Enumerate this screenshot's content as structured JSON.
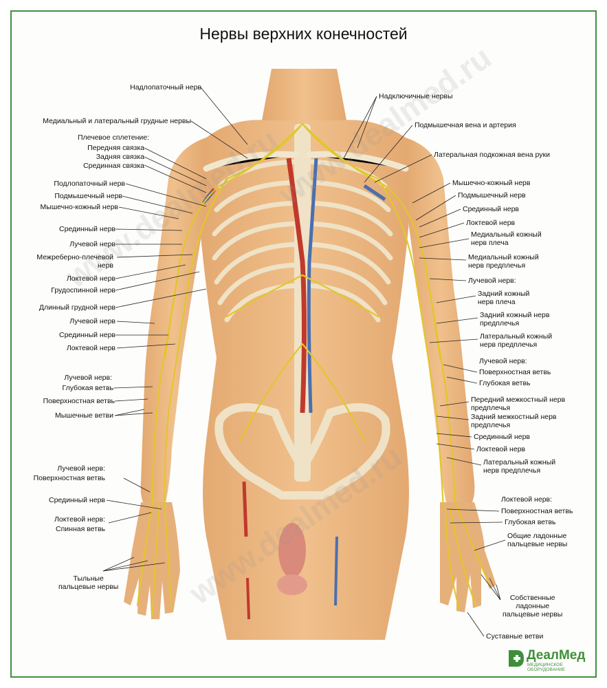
{
  "title": "Нервы верхних конечностей",
  "labels_left": [
    "Надлопаточный нерв",
    "Медиальный и латеральный грудные нервы",
    "Плечевое сплетение:",
    "Передняя связка",
    "Задняя связка",
    "Срединная связка",
    "Подлопаточный нерв",
    "Подмышечный нерв",
    "Мышечно-кожный нерв",
    "Срединный нерв",
    "Лучевой нерв",
    "Межреберно-плечевой\nнерв",
    "Локтевой нерв",
    "Грудоспинной нерв",
    "Длинный грудной нерв",
    "Лучевой нерв",
    "Срединный нерв",
    "Локтевой нерв",
    "Лучевой нерв:",
    "Глубокая ветвь",
    "Поверхностная ветвь",
    "Мышечные ветви",
    "Лучевой нерв:",
    "Поверхностная ветвь",
    "Срединный нерв",
    "Локтевой нерв:",
    "Спинная ветвь",
    "Тыльные\nпальцевые нервы"
  ],
  "labels_right": [
    "Надключичные нервы",
    "Подмышечная вена и артерия",
    "Латеральная подкожная вена руки",
    "Мышечно-кожный нерв",
    "Подмышечный нерв",
    "Срединный нерв",
    "Локтевой нерв",
    "Медиальный кожный\nнерв плеча",
    "Медиальный кожный\nнерв предплечья",
    "Лучевой нерв:",
    "Задний кожный\nнерв плеча",
    "Задний кожный нерв\nпредплечья",
    "Латеральный кожный\nнерв предплечья",
    "Лучевой нерв:",
    "Поверхностная ветвь",
    "Глубокая ветвь",
    "Передний межкостный нерв\nпредплечья",
    "Задний межкостный нерв\nпредплечья",
    "Срединный нерв",
    "Локтевой нерв",
    "Латеральный кожный\nнерв предплечья",
    "Локтевой нерв:",
    "Поверхностная ветвь",
    "Глубокая ветвь",
    "Общие ладонные\nпальцевые нервы",
    "Собственные\nладонные\nпальцевые нервы",
    "Суставные ветви"
  ],
  "watermark": "www.dealmed.ru",
  "logo": {
    "name": "ДеалМед",
    "subtitle": "МЕДИЦИНСКОЕ ОБОРУДОВАНИЕ",
    "color": "#3f8f3a"
  },
  "colors": {
    "border": "#3f8f3a",
    "skin": "#e9b47e",
    "skin_dark": "#d99a62",
    "nerve": "#e8d03a",
    "bone": "#f3e9d2",
    "vein": "#4a6fb0",
    "artery": "#c0392b"
  }
}
